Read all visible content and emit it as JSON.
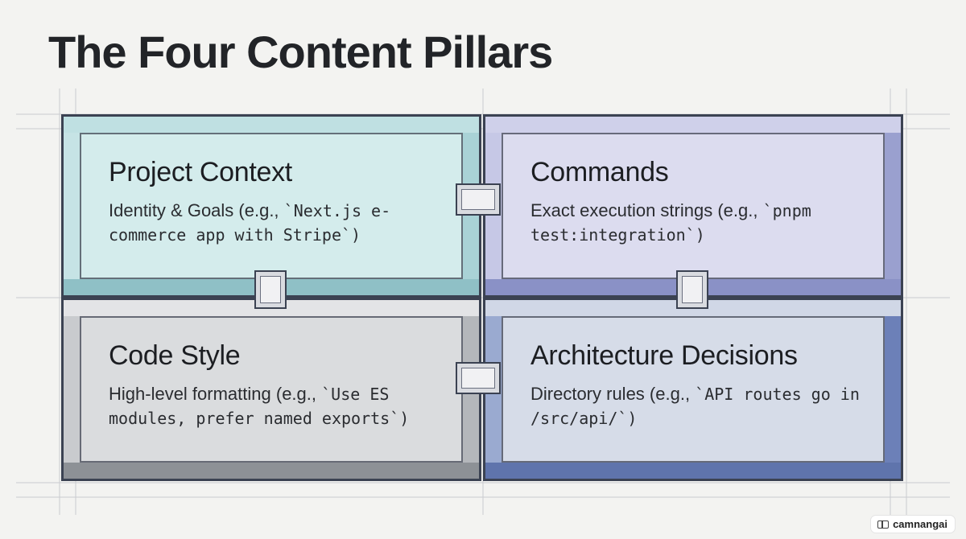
{
  "title": "The Four Content Pillars",
  "pillars": [
    {
      "name": "Project Context",
      "desc_text": "Identity & Goals (e.g., ",
      "desc_code": "`Next.js e-commerce app with Stripe`)",
      "color": "#d4ecec"
    },
    {
      "name": "Commands",
      "desc_text": "Exact execution strings (e.g., ",
      "desc_code": "`pnpm test:integration`)",
      "color": "#dcdcef"
    },
    {
      "name": "Code Style",
      "desc_text": "High-level formatting (e.g., ",
      "desc_code": "`Use ES modules, prefer named exports`)",
      "color": "#dadcde"
    },
    {
      "name": "Architecture Decisions",
      "desc_text": "Directory rules (e.g., ",
      "desc_code": "`API routes go in /src/api/`)",
      "color": "#d6dce8"
    }
  ],
  "badge": "camnangai"
}
